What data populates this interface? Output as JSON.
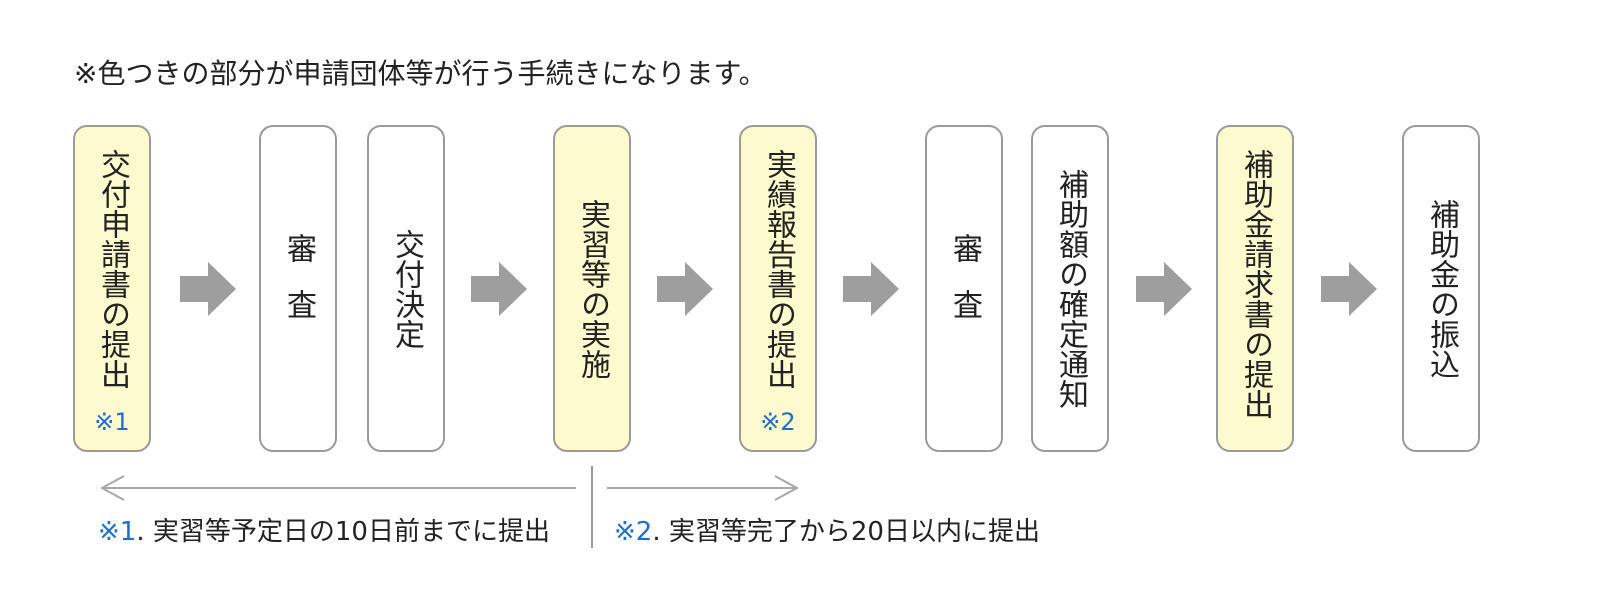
{
  "note": "※色つきの部分が申請団体等が行う手続きになります。",
  "colors": {
    "filled_box": "#fdfbcd",
    "border": "#9a9a9a",
    "arrow": "#9e9e9e",
    "accent": "#1e6fc8"
  },
  "steps": [
    {
      "label": "交付申請書の提出",
      "filled": true,
      "note": "※1"
    },
    {
      "label": "審査",
      "filled": false
    },
    {
      "label": "交付決定",
      "filled": false
    },
    {
      "label": "実習等の実施",
      "filled": true
    },
    {
      "label": "実績報告書の提出",
      "filled": true,
      "note": "※2"
    },
    {
      "label": "審査",
      "filled": false
    },
    {
      "label": "補助額の確定通知",
      "filled": false
    },
    {
      "label": "補助金請求書の提出",
      "filled": true
    },
    {
      "label": "補助金の振込",
      "filled": false
    }
  ],
  "footnotes": [
    {
      "mark": "※1",
      "text": ". 実習等予定日の10日前までに提出"
    },
    {
      "mark": "※2",
      "text": ". 実習等完了から20日以内に提出"
    }
  ]
}
